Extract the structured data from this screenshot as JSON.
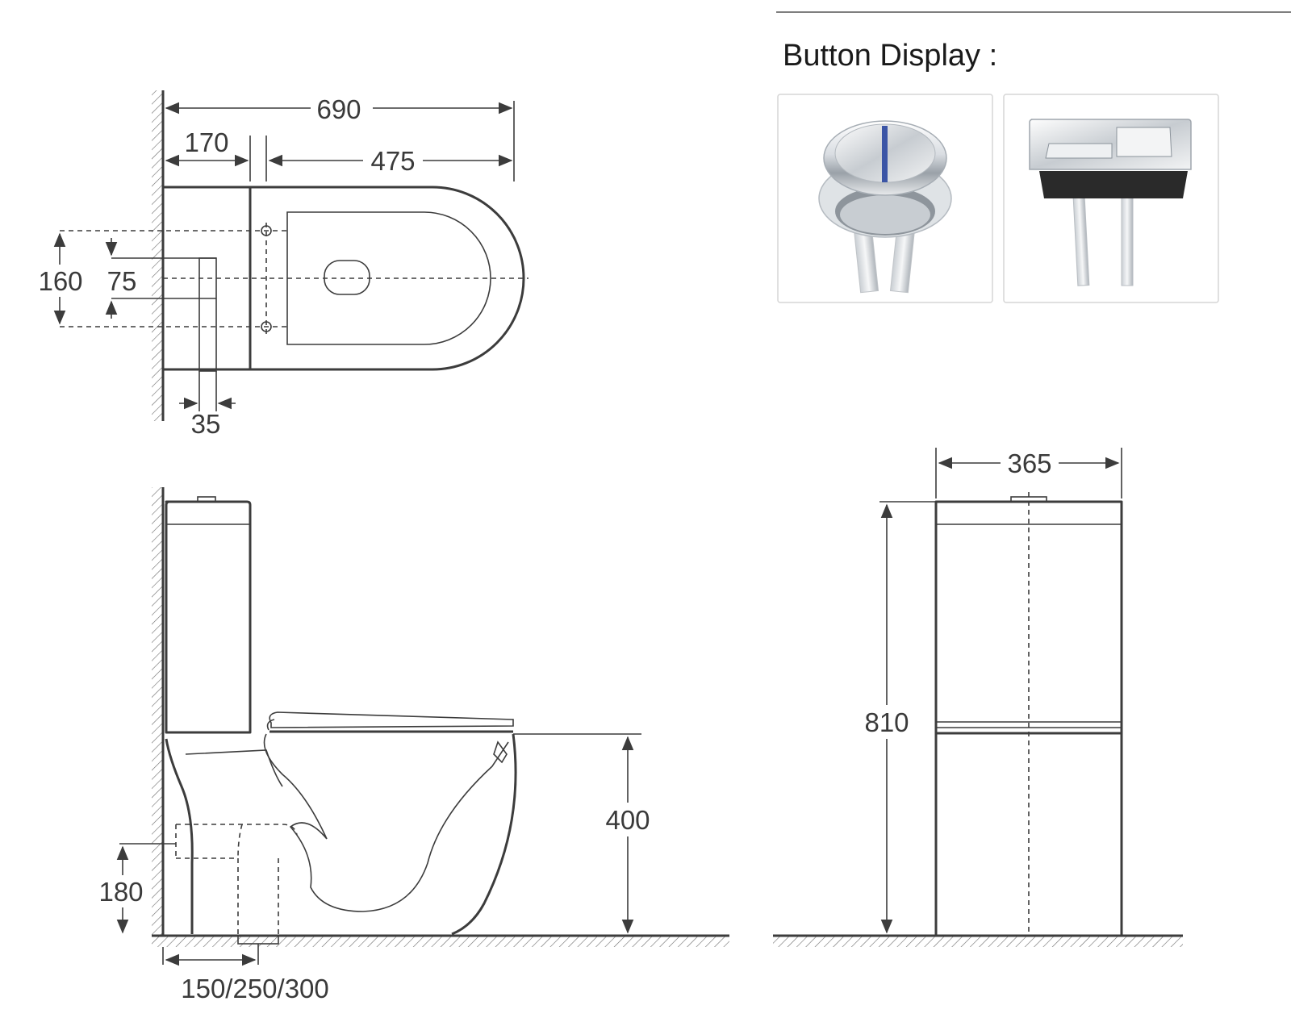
{
  "button_display": {
    "title": "Button Display :",
    "options": [
      {
        "name": "round-dual-flush-button"
      },
      {
        "name": "rectangular-dual-flush-button"
      }
    ]
  },
  "top_view": {
    "overall_length": "690",
    "tank_depth": "170",
    "bowl_length": "475",
    "inlet_spacing": "160",
    "outlet_width": "75",
    "outlet_offset": "35"
  },
  "side_view": {
    "seat_height": "400",
    "outlet_height": "180",
    "rough_in": "150/250/300"
  },
  "front_view": {
    "width": "365",
    "total_height": "810"
  }
}
